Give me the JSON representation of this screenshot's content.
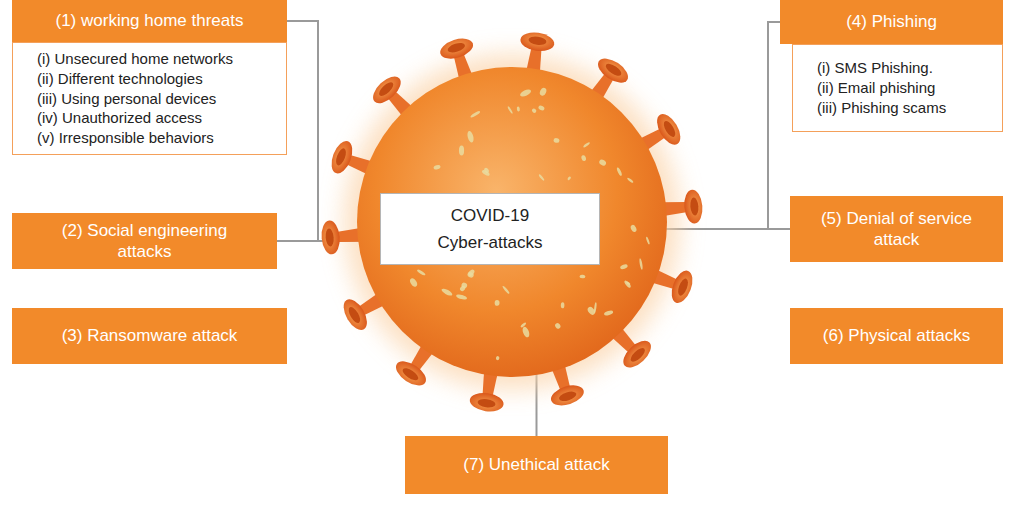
{
  "diagram": {
    "nodes": [
      {
        "text": [
          "COVID-19 Cyber-attacks"
        ]
      },
      {
        "text": [
          "(1) working home threats"
        ]
      },
      {
        "text": [
          "(i) Unsecured home networks",
          "(ii) Different technologies",
          "(iii) Using personal devices",
          "(iv) Unauthorized access",
          "(v) Irresponsible behaviors"
        ]
      },
      {
        "text": [
          "(2) Social engineering attacks"
        ]
      },
      {
        "text": [
          "(3) Ransomware attack"
        ]
      },
      {
        "text": [
          "(4) Phishing"
        ]
      },
      {
        "text": [
          "(i) SMS Phishing.",
          "(ii) Email phishing",
          "(iii) Phishing scams"
        ]
      },
      {
        "text": [
          "(5) Denial of service attack"
        ]
      },
      {
        "text": [
          "(6) Physical attacks"
        ]
      },
      {
        "text": [
          "(7) Unethical attack"
        ]
      }
    ],
    "edges": [
      {
        "from": 0,
        "to": 1,
        "arrow": "none"
      },
      {
        "from": 0,
        "to": 3,
        "arrow": "none"
      },
      {
        "from": 0,
        "to": 4,
        "arrow": "none"
      },
      {
        "from": 0,
        "to": 5,
        "arrow": "none"
      },
      {
        "from": 0,
        "to": 7,
        "arrow": "none"
      },
      {
        "from": 0,
        "to": 8,
        "arrow": "none"
      },
      {
        "from": 0,
        "to": 9,
        "arrow": "none"
      }
    ]
  }
}
